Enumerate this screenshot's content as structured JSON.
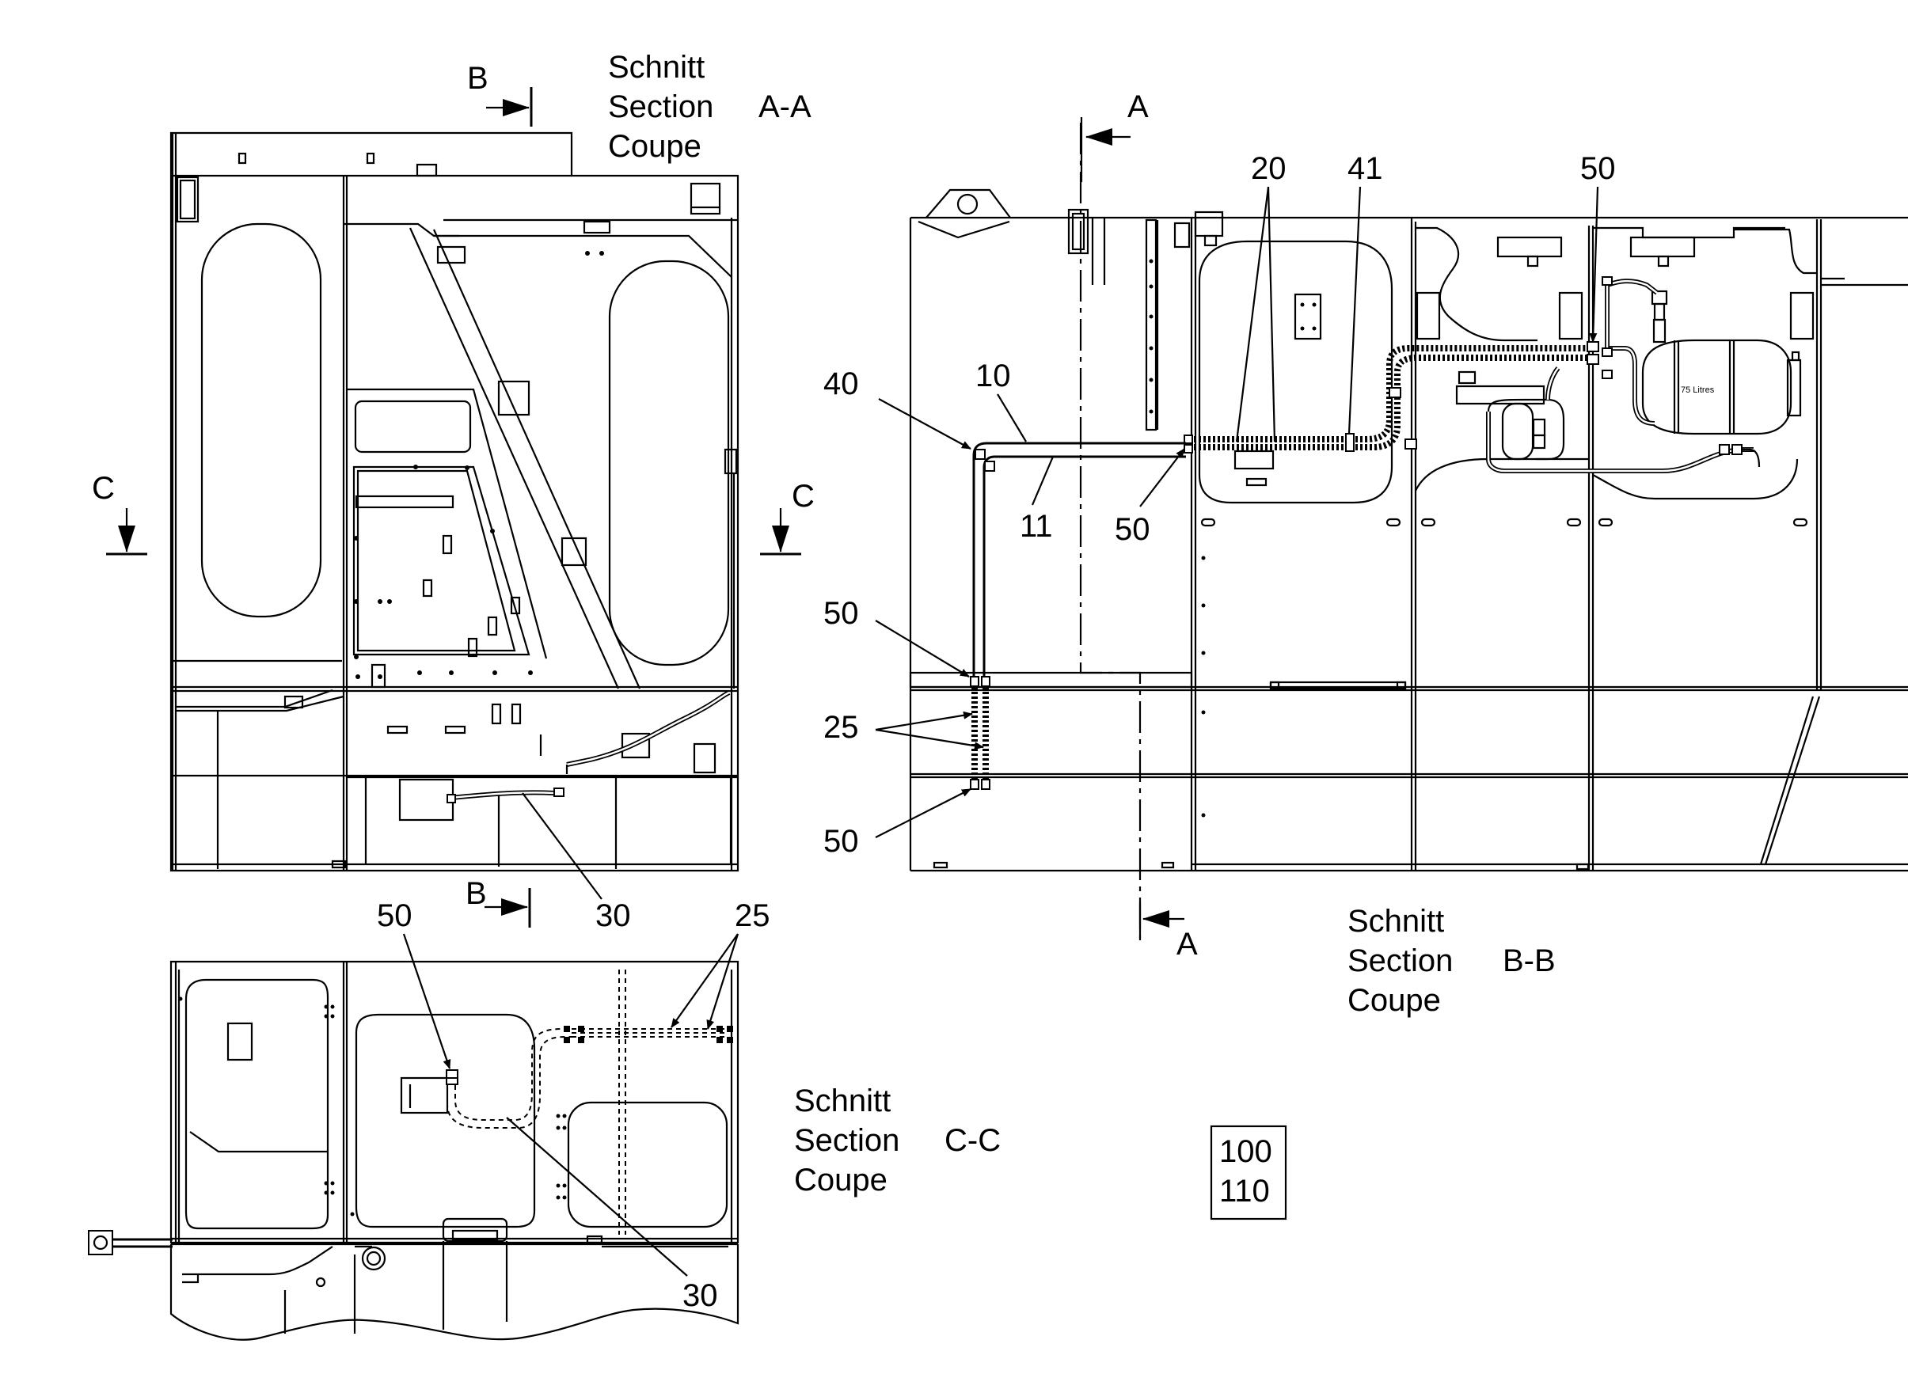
{
  "views": {
    "aa": {
      "line1": "Schnitt",
      "line2": "Section",
      "code": "A-A",
      "line3": "Coupe"
    },
    "bb": {
      "line1": "Schnitt",
      "line2": "Section",
      "code": "B-B",
      "line3": "Coupe"
    },
    "cc": {
      "line1": "Schnitt",
      "line2": "Section",
      "code": "C-C",
      "line3": "Coupe"
    }
  },
  "cut_markers": {
    "b_top": "B",
    "b_bottom": "B",
    "c_left": "C",
    "c_right": "C",
    "a_top": "A",
    "a_bottom": "A"
  },
  "callouts": {
    "n40": "40",
    "n10": "10",
    "n11": "11",
    "n20": "20",
    "n41": "41",
    "n50_bb_top": "50",
    "n50_bb_mid": "50",
    "n50_left_upper": "50",
    "n50_left_lower": "50",
    "n25_bb": "25",
    "n30_aa": "30",
    "n50_cc": "50",
    "n25_cc": "25",
    "n30_cc": "30"
  },
  "tank_label": "75 Litres",
  "ref_box": {
    "line1": "100",
    "line2": "110"
  }
}
